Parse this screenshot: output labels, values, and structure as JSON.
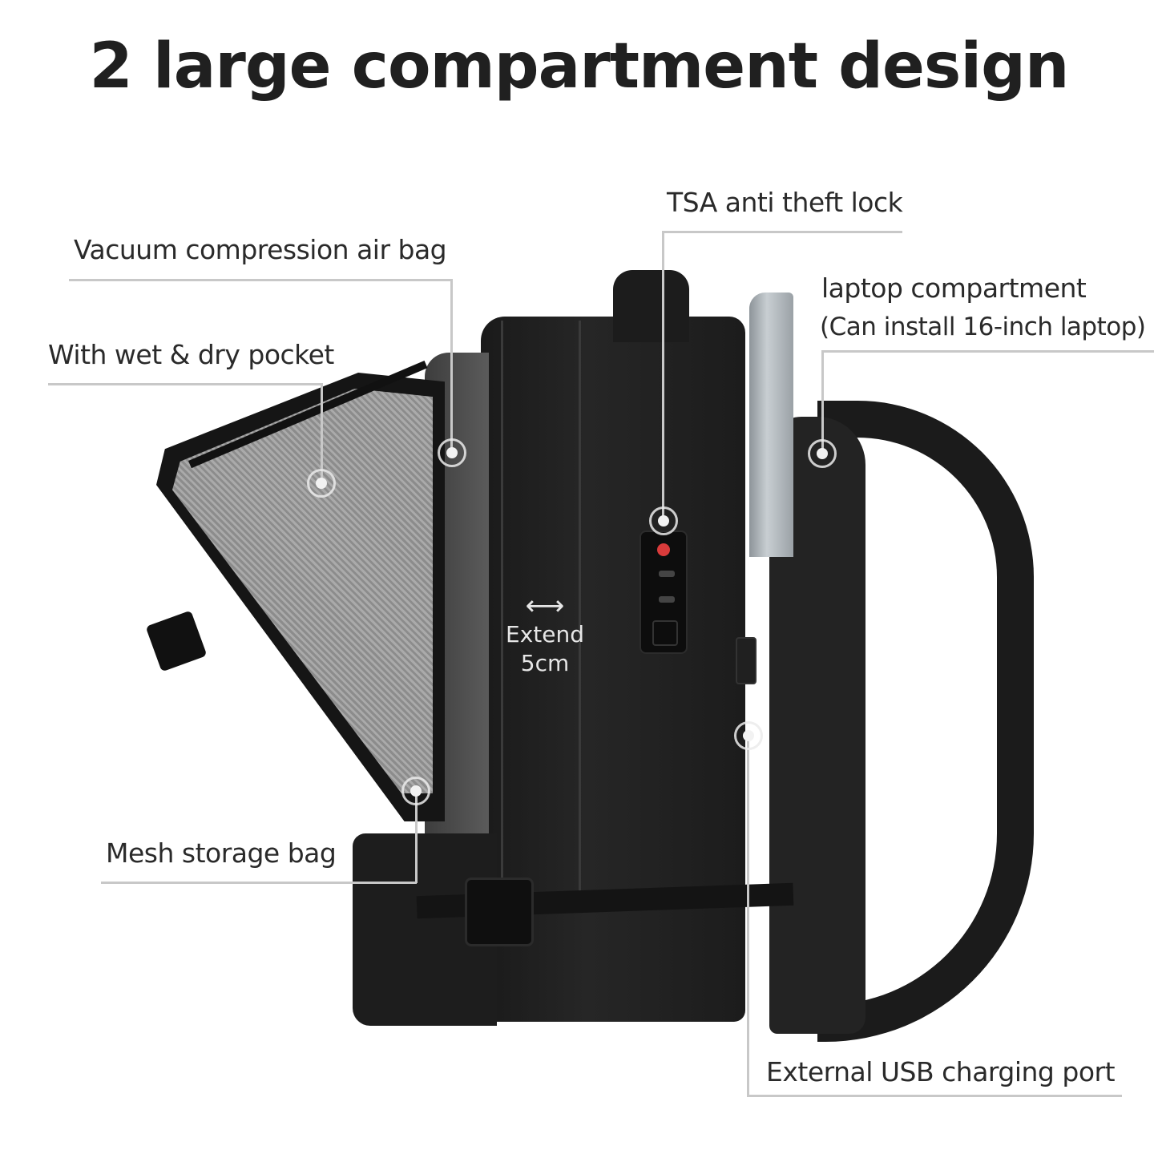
{
  "title": "2 large compartment design",
  "callouts": {
    "vacuum": "Vacuum compression air bag",
    "wet_dry": "With wet & dry pocket",
    "tsa": "TSA anti theft lock",
    "laptop_line1": "laptop compartment",
    "laptop_line2": "(Can install 16-inch laptop)",
    "mesh": "Mesh storage bag",
    "usb": "External USB charging port"
  },
  "extend": {
    "arrow": "⟷",
    "line1": "Extend",
    "line2": "5cm"
  },
  "colors": {
    "bag_body": "#1e1e1e",
    "bag_panel": "#2a2a2a",
    "mesh": "#9a9a9a",
    "laptop": "#b9bfc4",
    "leader_line": "#c8c8c8",
    "lock_accent": "#d93b3b"
  }
}
